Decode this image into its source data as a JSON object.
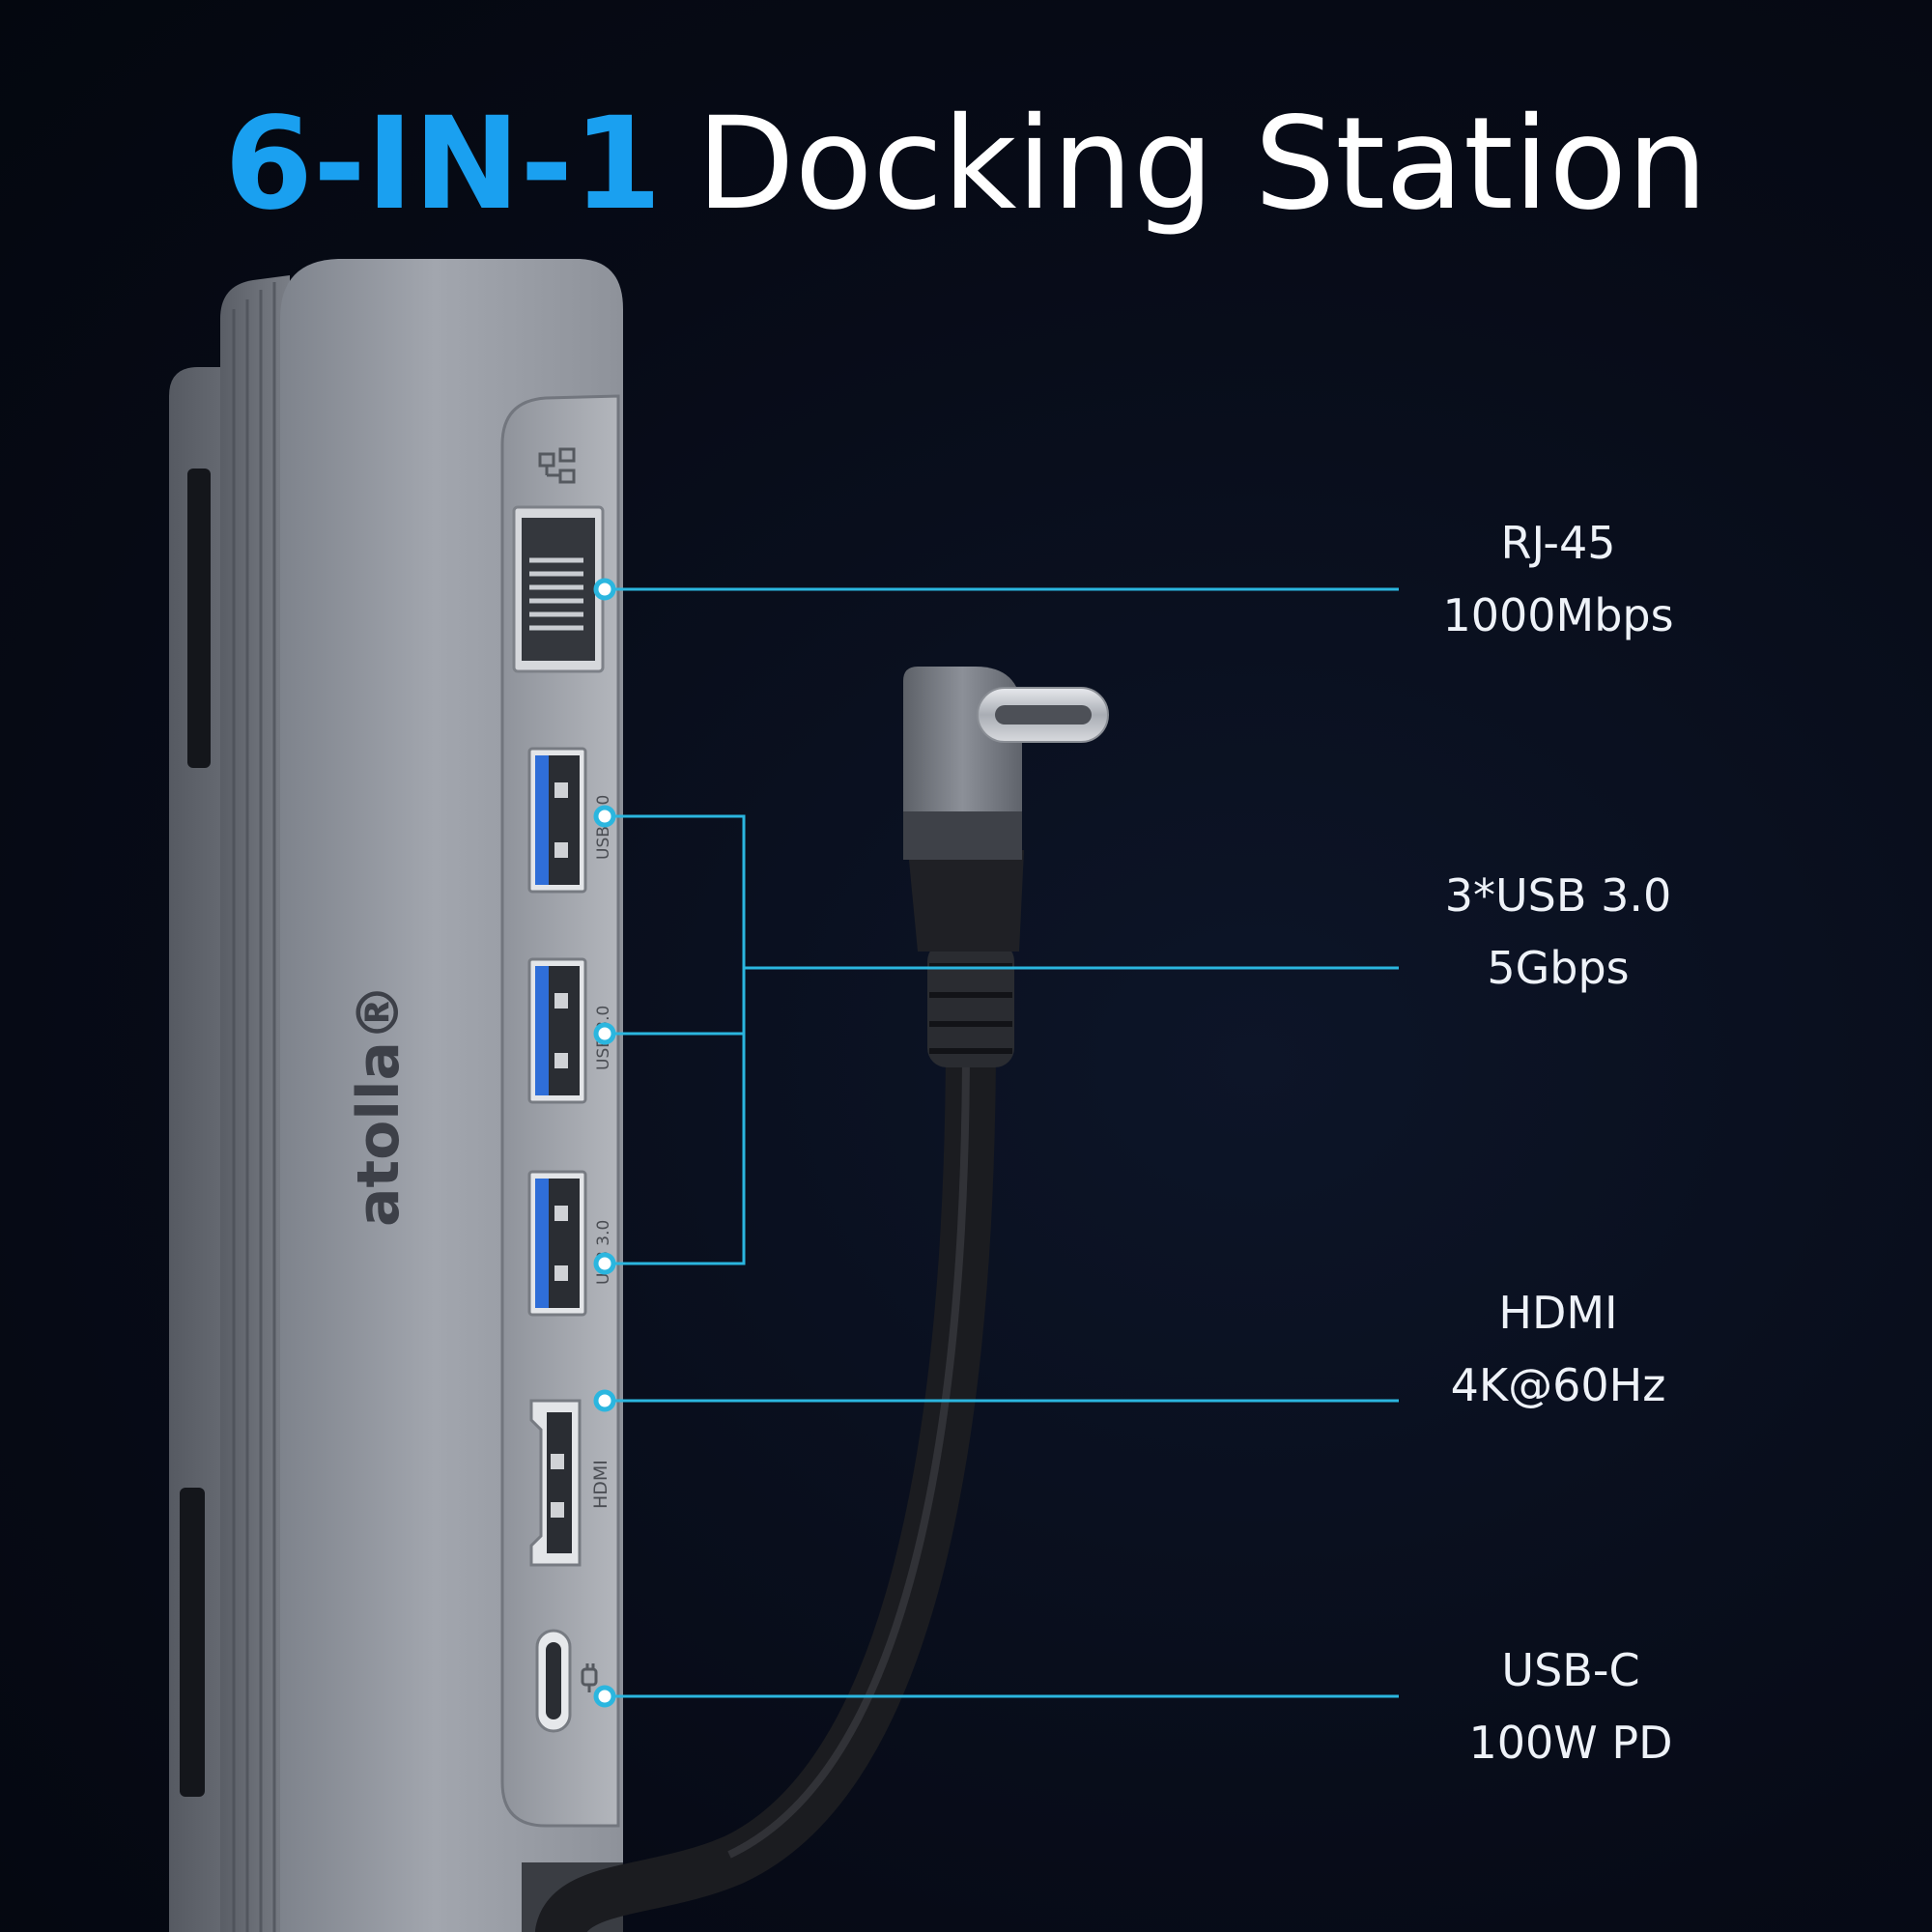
{
  "headline": {
    "accent": "6-IN-1",
    "rest": "Docking Station",
    "accent_color": "#1aa0f0",
    "text_color": "#ffffff"
  },
  "brand": {
    "logo": "atolla®"
  },
  "port_labels": {
    "usb": "USB 3.0",
    "hdmi": "HDMI"
  },
  "icons": {
    "ethernet": "ethernet-icon",
    "power": "power-plug-icon"
  },
  "specs": [
    {
      "name": "RJ-45",
      "detail": "1000Mbps"
    },
    {
      "name": "3*USB 3.0",
      "detail": "5Gbps"
    },
    {
      "name": "HDMI",
      "detail": "4K@60Hz"
    },
    {
      "name": "USB-C",
      "detail": "100W PD"
    }
  ],
  "colors": {
    "callout_line": "#2bb6df",
    "usb_insert": "#2f6ed8",
    "body_gray": "#8a8e97"
  }
}
